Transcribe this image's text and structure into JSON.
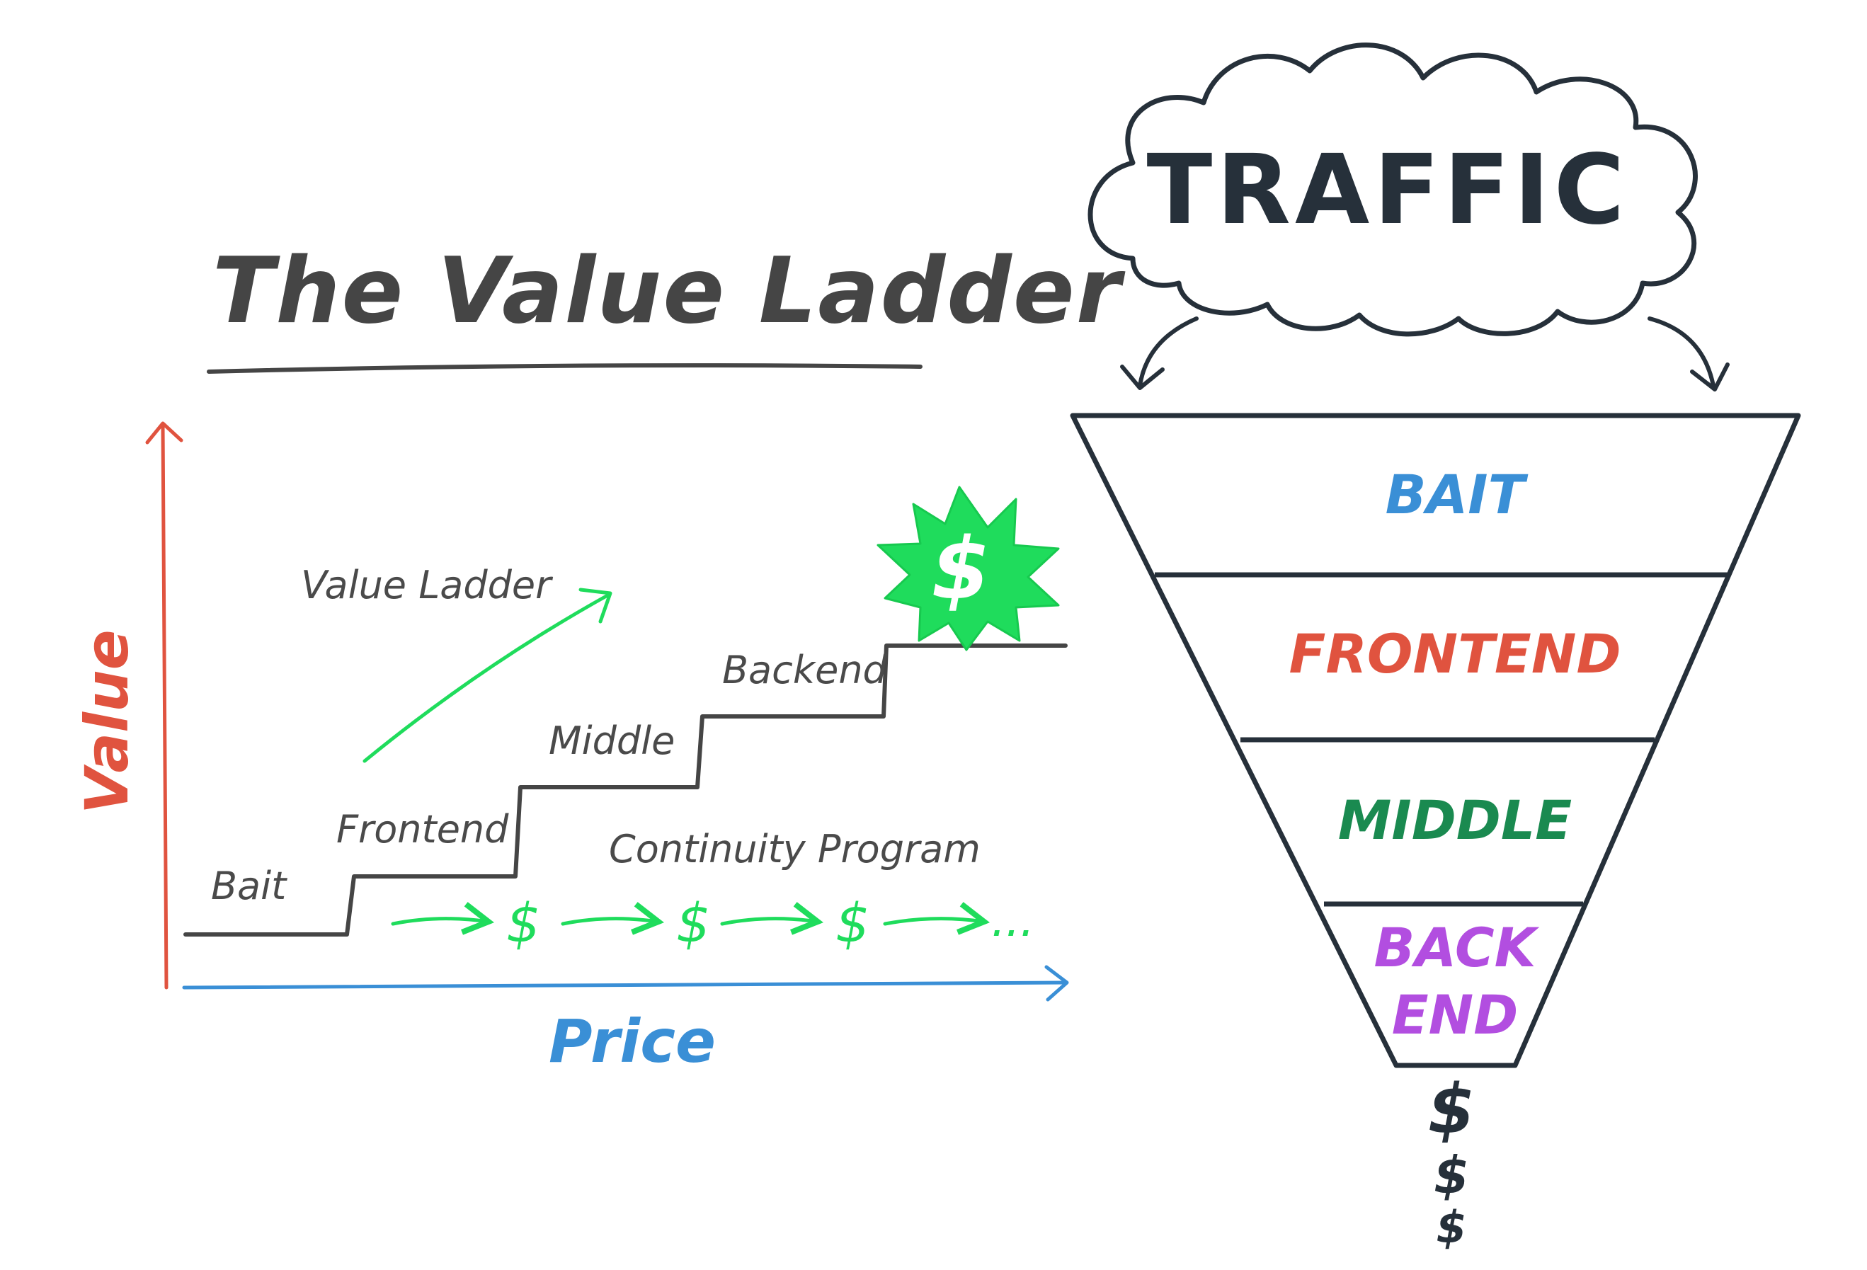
{
  "value_ladder": {
    "title": "The Value Ladder",
    "axis_y_label": "Value",
    "axis_x_label": "Price",
    "trend_label": "Value Ladder",
    "steps": [
      "Bait",
      "Frontend",
      "Middle",
      "Backend"
    ],
    "continuity_label": "Continuity Program",
    "continuity_symbol": "$",
    "continuity_ellipsis": "...",
    "burst_symbol": "$"
  },
  "funnel": {
    "cloud_label": "TRAFFIC",
    "levels": [
      {
        "label": "BAIT",
        "color": "#3a8fd6"
      },
      {
        "label": "FRONTEND",
        "color": "#e0533f"
      },
      {
        "label": "MIDDLE",
        "color": "#1a8a50"
      },
      {
        "label_line1": "BACK",
        "label_line2": "END",
        "color": "#b24ee0"
      }
    ],
    "output_symbol": "$"
  },
  "colors": {
    "ink": "#454545",
    "funnel_outline": "#26303a",
    "accent_green": "#1fdc5c",
    "value_axis": "#e0533f",
    "price_axis": "#3a8fd6"
  }
}
